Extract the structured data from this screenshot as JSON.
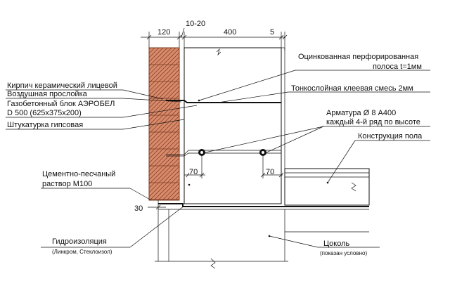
{
  "dimensions": {
    "brick_width": "120",
    "air_gap": "10-20",
    "block_width": "400",
    "offset_right": "5",
    "rebar_left_offset": "70",
    "rebar_right_offset": "70",
    "bottom_offset": "30"
  },
  "labels_left": {
    "brick": "Кирпич керамический лицевой",
    "air_gap": "Воздушная прослойка",
    "block_line1": "Газобетонный блок АЭРОБЕЛ",
    "block_line2": "D 500  (625x375x200)",
    "plaster": "Штукатурка гипсовая",
    "mortar_line1": "Цементно-песчаный",
    "mortar_line2": "раствор М100",
    "waterproofing": "Гидроизоляция",
    "waterproofing_note": "(Линкром, Стеклоизол)"
  },
  "labels_right": {
    "strip_line1": "Оцинкованная перфорированная",
    "strip_line2": "полоса t=1мм",
    "adhesive": "Тонкослойная клеевая смесь 2мм",
    "rebar_line1": "Арматура Ø 8 А400",
    "rebar_line2": "каждый 4-й ряд по высоте",
    "floor": "Конструкция пола",
    "plinth": "Цоколь",
    "plinth_note": "(показан условно)"
  },
  "colors": {
    "brick": "#d88a6a",
    "brick_stroke": "#7a3b22",
    "line": "#111111",
    "block_fill": "#ffffff"
  }
}
